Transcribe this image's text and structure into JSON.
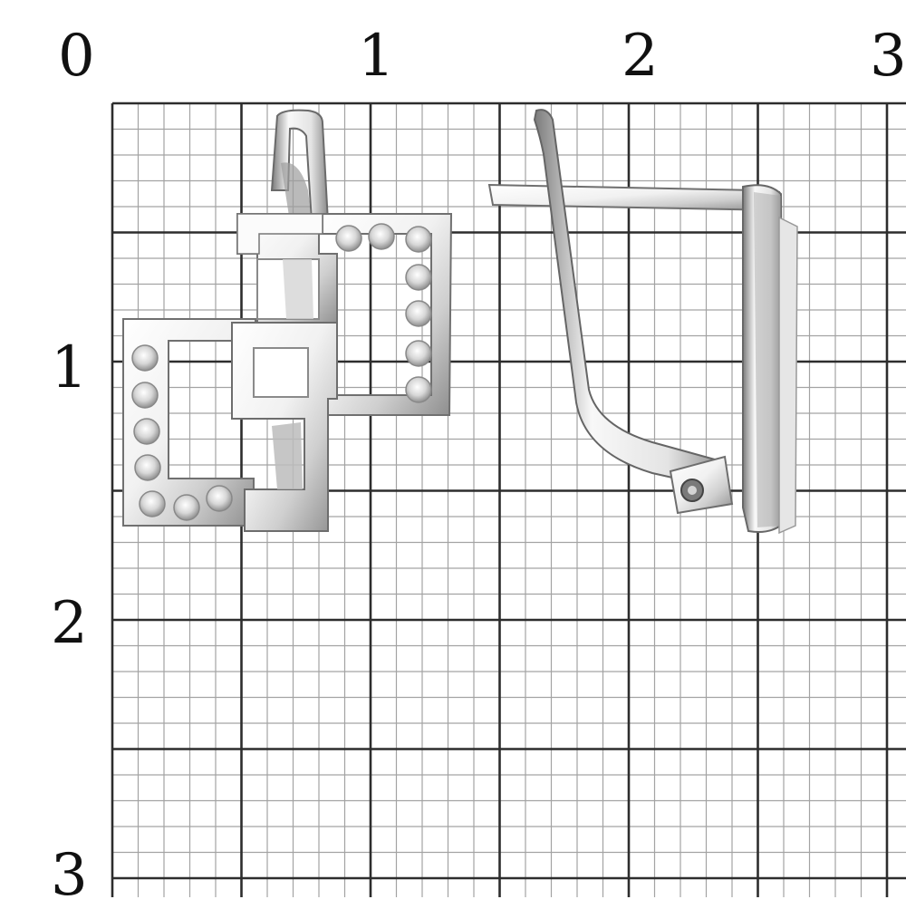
{
  "scale": {
    "x_ticks": [
      "0",
      "1",
      "2",
      "3"
    ],
    "y_ticks": [
      "1",
      "2",
      "3"
    ]
  },
  "colors": {
    "grid_major": "#333333",
    "grid_minor": "#9a9a9a",
    "metal_light": "#f4f4f4",
    "metal_dark": "#6f6f6f",
    "stone": "#d8d8d8"
  },
  "subject": {
    "items": [
      "earring-front-view",
      "earring-side-view"
    ]
  }
}
